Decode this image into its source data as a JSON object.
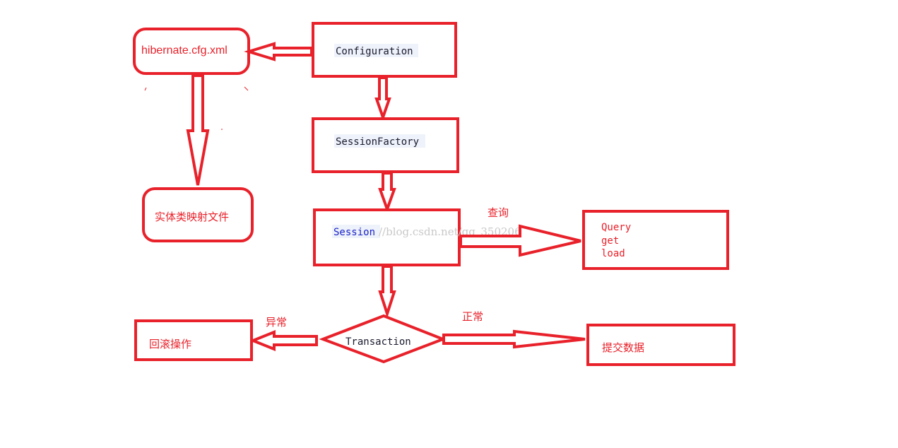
{
  "nodes": {
    "cfg_file": "hibernate.cfg.xml",
    "mapping_file": "实体类映射文件",
    "configuration": "Configuration",
    "session_factory": "SessionFactory",
    "session": "Session",
    "query_lines": [
      "Query",
      "get",
      "load"
    ],
    "transaction": "Transaction",
    "rollback": "回滚操作",
    "commit": "提交数据"
  },
  "edges": {
    "query_label": "查询",
    "exception_label": "异常",
    "normal_label": "正常"
  },
  "watermark": "//blog.csdn.net/qq_35020608",
  "colors": {
    "accent": "#e8212a",
    "code_text": "#1a1a2e",
    "session_text": "#1a23c8"
  }
}
